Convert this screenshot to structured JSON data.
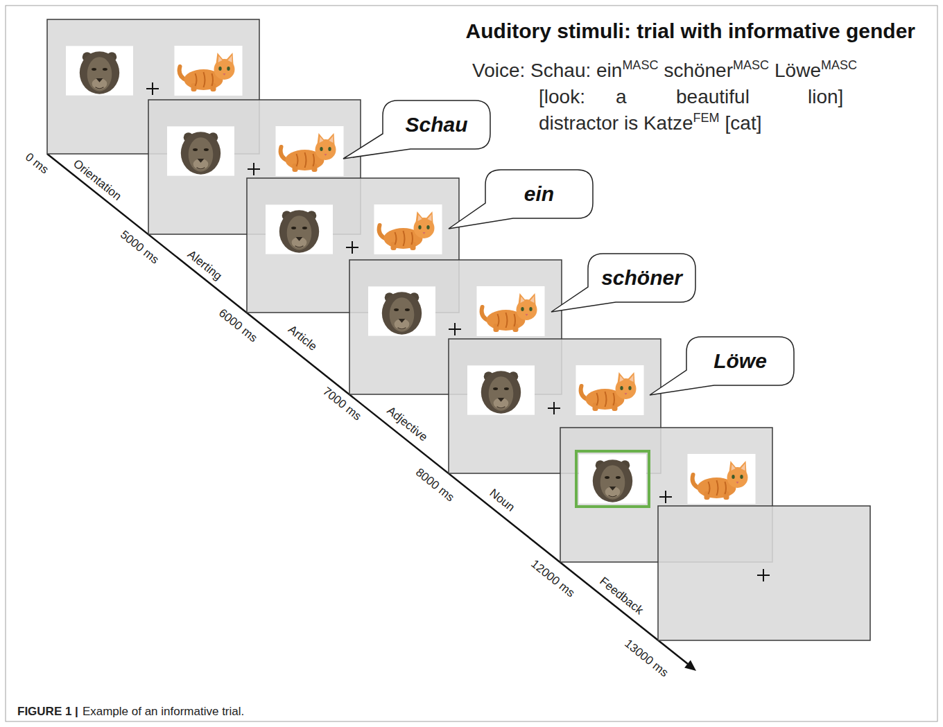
{
  "diagram": {
    "title": "Auditory stimuli: trial with informative gender",
    "caption": "Example of an informative trial.",
    "nodes": [
      {
        "text": [
          "Schau"
        ]
      },
      {
        "text": [
          "ein"
        ]
      },
      {
        "text": [
          "schöner"
        ]
      },
      {
        "text": [
          "Löwe"
        ]
      }
    ],
    "labels": [
      "Voice: Schau: ein",
      "MASC",
      "schöner",
      "MASC",
      "Löwe",
      "MASC",
      "[look:",
      "a",
      "beautiful",
      "lion]",
      "distractor is Katze",
      "FEM",
      "[cat]",
      "0 ms",
      "Orientation",
      "5000 ms",
      "Alerting",
      "6000 ms",
      "Article",
      "7000 ms",
      "Adjective",
      "8000 ms",
      "Noun",
      "12000 ms",
      "Feedback",
      "13000 ms",
      "FIGURE 1 |"
    ]
  }
}
